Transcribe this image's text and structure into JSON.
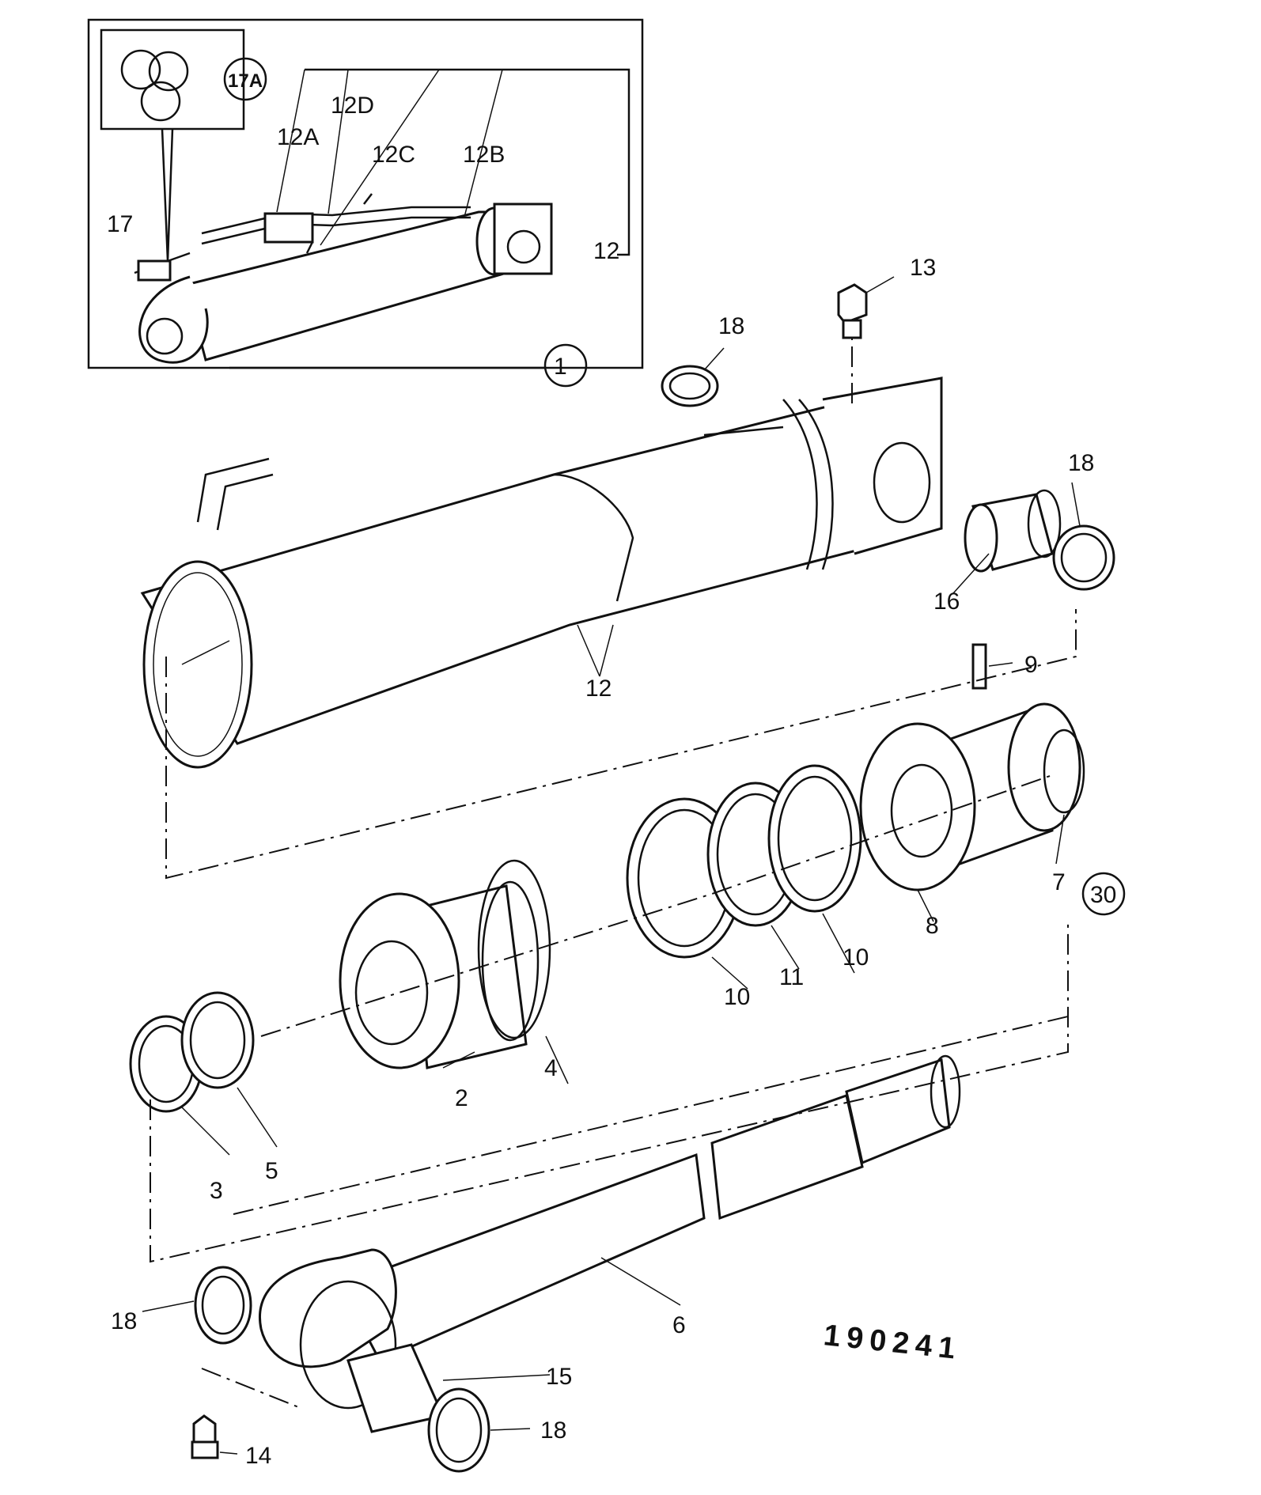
{
  "reference_number": "190241",
  "callouts": {
    "c1": "1",
    "c2": "2",
    "c3": "3",
    "c4": "4",
    "c5": "5",
    "c6": "6",
    "c7": "7",
    "c8": "8",
    "c9": "9",
    "c10a": "10",
    "c10b": "10",
    "c11": "11",
    "c12_inset": "12",
    "c12_main": "12",
    "c12a": "12A",
    "c12b": "12B",
    "c12c": "12C",
    "c12d": "12D",
    "c13": "13",
    "c14": "14",
    "c15": "15",
    "c16": "16",
    "c17": "17",
    "c17a": "17A",
    "c18_top": "18",
    "c18_right": "18",
    "c18_left": "18",
    "c18_bottom": "18",
    "c30": "30"
  }
}
